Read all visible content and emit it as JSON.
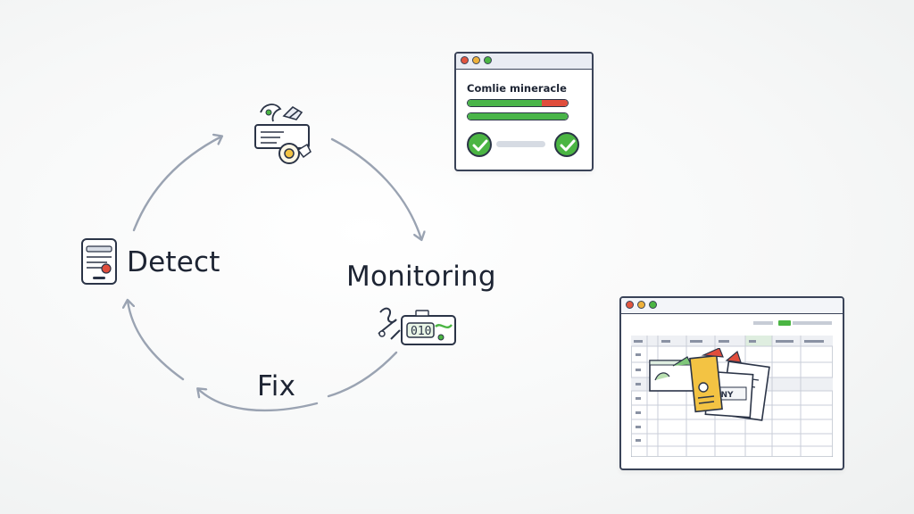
{
  "cycle": {
    "stages": [
      "Detect",
      "Monitoring",
      "Fix"
    ],
    "arrow_color": "#9aa3b2"
  },
  "icons": {
    "detect": "report-document-icon",
    "top": "settings-repair-icon",
    "monitoring": "monitoring-equipment-icon"
  },
  "dashboard": {
    "title": "Comlie mineracle",
    "bars": [
      {
        "green": 0.74,
        "red": 0.26
      },
      {
        "green": 1.0,
        "red": 0
      }
    ],
    "status_icons": [
      "check-icon",
      "check-icon"
    ]
  },
  "spreadsheet": {
    "window_controls": [
      "close",
      "minimize",
      "maximize"
    ],
    "overlay": "stacked-documents-icon"
  },
  "colors": {
    "green": "#49b549",
    "red": "#e04d3c",
    "outline": "#3a4358"
  }
}
